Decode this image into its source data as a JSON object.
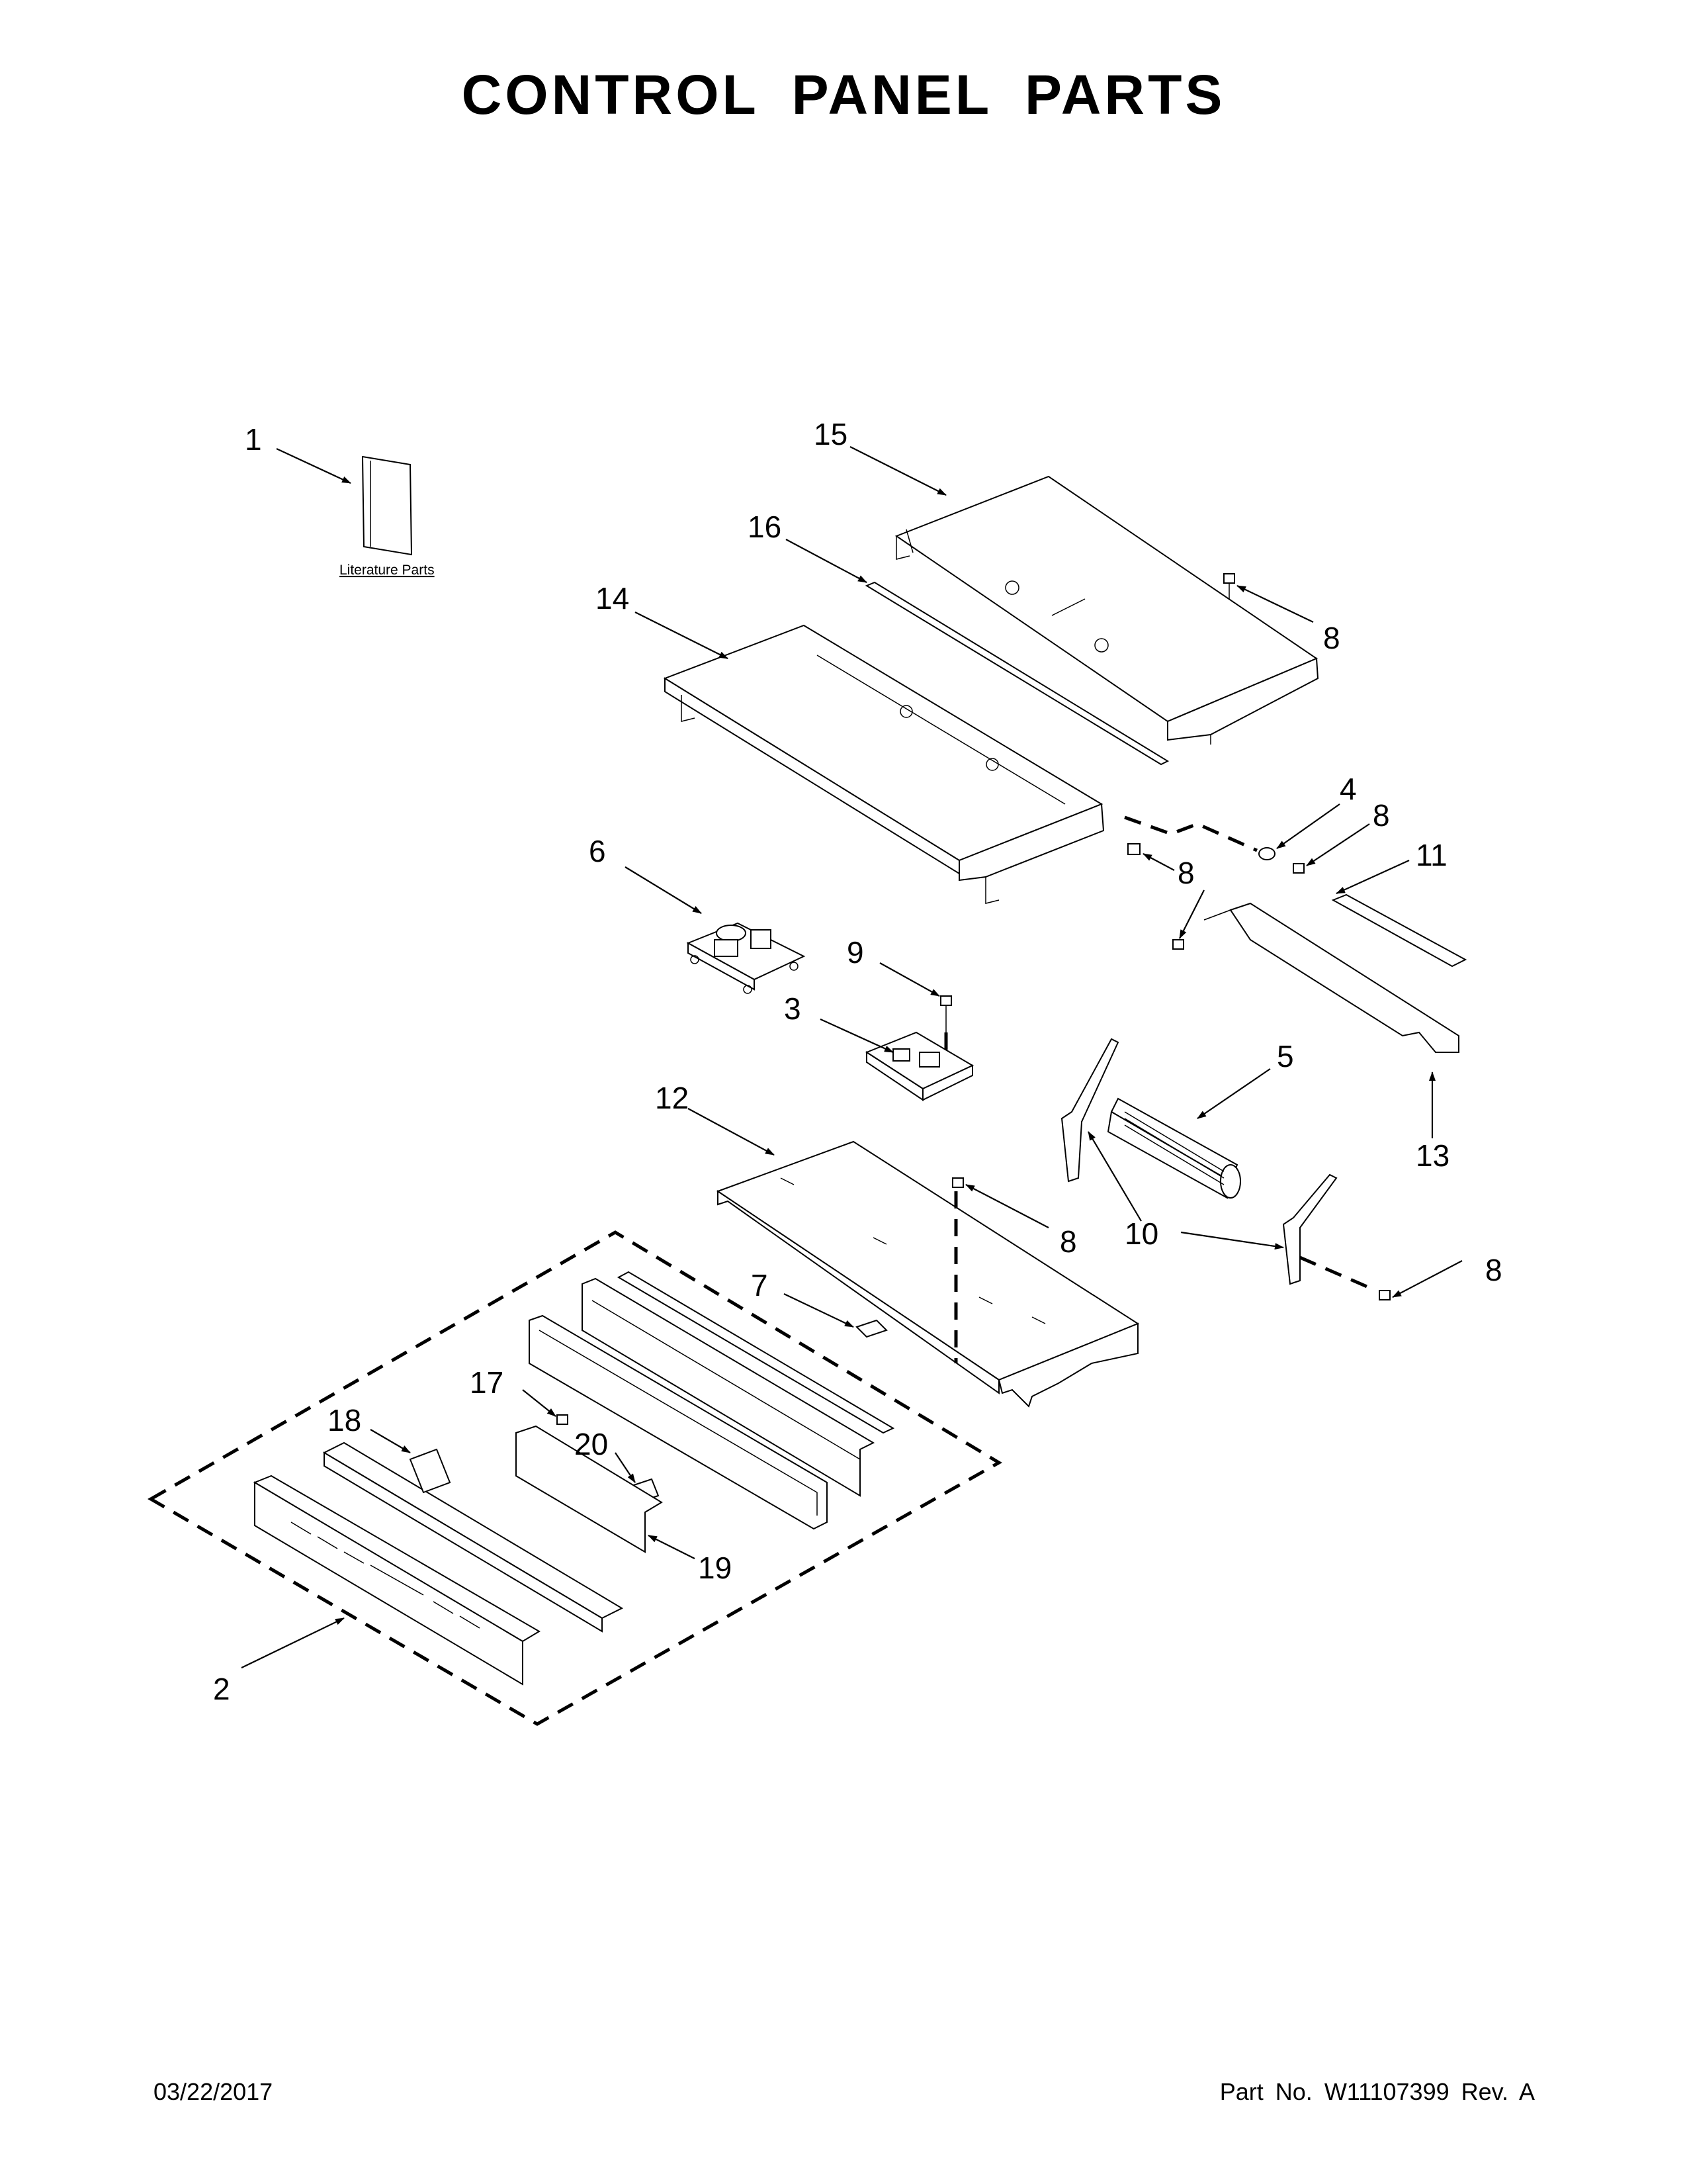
{
  "title": "CONTROL PANEL PARTS",
  "literature_label": "Literature Parts",
  "callouts": {
    "c1": "1",
    "c2": "2",
    "c3": "3",
    "c4": "4",
    "c5": "5",
    "c6": "6",
    "c7": "7",
    "c8": "8",
    "c9": "9",
    "c10": "10",
    "c11": "11",
    "c12": "12",
    "c13": "13",
    "c14": "14",
    "c15": "15",
    "c16": "16",
    "c17": "17",
    "c18": "18",
    "c19": "19",
    "c20": "20"
  },
  "footer": {
    "date": "03/22/2017",
    "part_number": "Part No.  W11107399  Rev.  A"
  }
}
